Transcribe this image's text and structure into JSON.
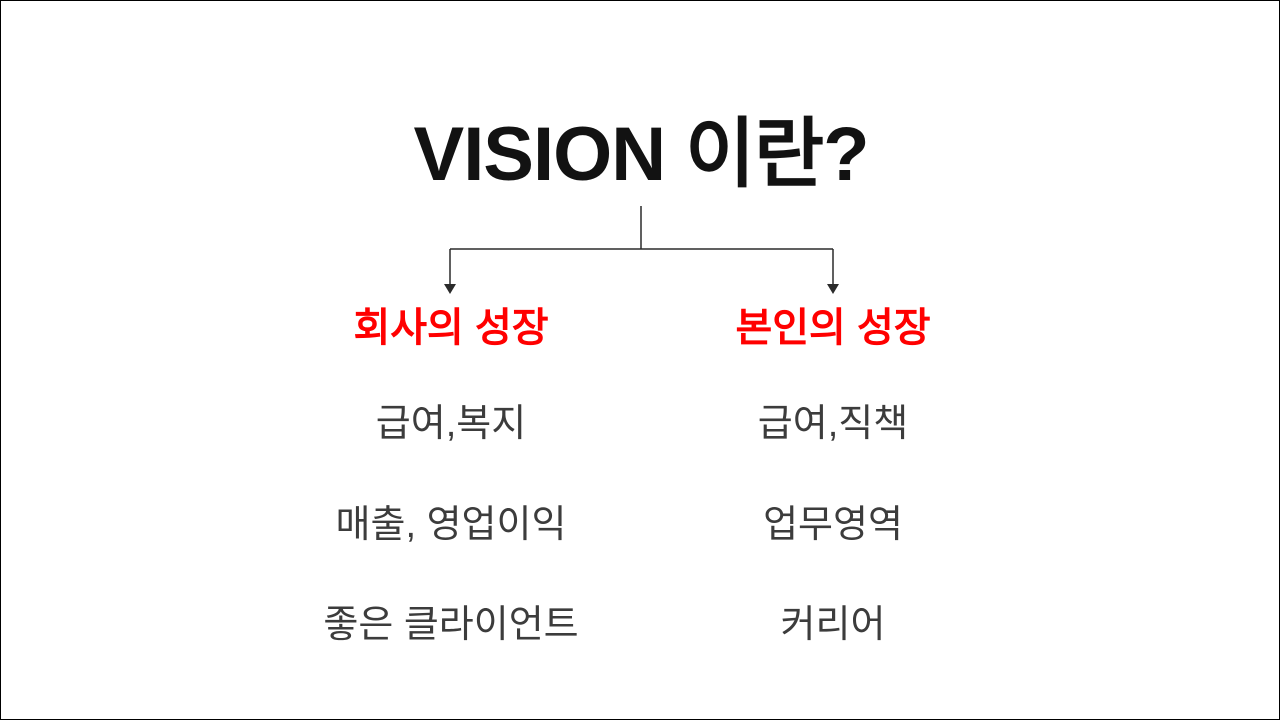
{
  "slide": {
    "title": "VISION 이란?",
    "columns": [
      {
        "heading": "회사의 성장",
        "items": [
          "급여,복지",
          "매출, 영업이익",
          "좋은 클라이언트"
        ]
      },
      {
        "heading": "본인의 성장",
        "items": [
          "급여,직책",
          "업무영역",
          "커리어"
        ]
      }
    ],
    "colors": {
      "title_text": "#121212",
      "heading_text": "#ff0000",
      "item_text": "#3c3c3c",
      "connector": "#2b2b2b",
      "background": "#ffffff",
      "frame_border": "#000000"
    }
  }
}
